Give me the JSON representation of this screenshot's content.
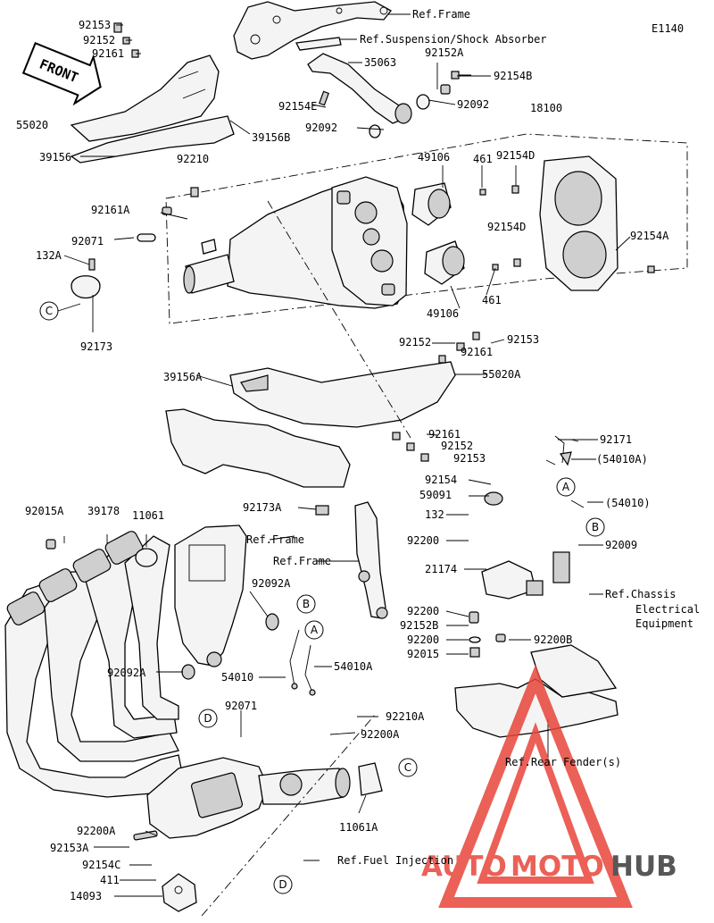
{
  "diagram_code": "E1140",
  "front_label": "FRONT",
  "watermark": {
    "prefix": "AUTO",
    "middle": "MOTO",
    "suffix": "HUB",
    "accent_color": "#e8453a",
    "suffix_color": "#3a3a3a"
  },
  "refs": {
    "frame_top": "Ref.Frame",
    "suspension": "Ref.Suspension/Shock Absorber",
    "frame_mid1": "Ref.Frame",
    "frame_mid2": "Ref.Frame",
    "chassis_l1": "Ref.Chassis",
    "chassis_l2": "Electrical",
    "chassis_l3": "Equipment",
    "rear_fender": "Ref.Rear Fender(s)",
    "fuel_injection": "Ref.Fuel Injection"
  },
  "callouts": {
    "A": "A",
    "B": "B",
    "C": "C",
    "D": "D"
  },
  "labels": {
    "p92153_a": "92153",
    "p92152_a": "92152",
    "p92161_a": "92161",
    "p55020": "55020",
    "p39156": "39156",
    "p39156B": "39156B",
    "p35063": "35063",
    "p92152A": "92152A",
    "p92154B": "92154B",
    "p92154E": "92154E",
    "p92092_a": "92092",
    "p92092_b": "92092",
    "p18100": "18100",
    "p92210": "92210",
    "p49106_a": "49106",
    "p461_a": "461",
    "p92154D_a": "92154D",
    "p92161A": "92161A",
    "p92071_a": "92071",
    "p92154D_b": "92154D",
    "p92154A": "92154A",
    "p132A": "132A",
    "p461_b": "461",
    "p49106_b": "49106",
    "p92173": "92173",
    "p92152_b": "92152",
    "p92153_b": "92153",
    "p92161_b": "92161",
    "p39156A": "39156A",
    "p55020A": "55020A",
    "p92161_c": "92161",
    "p92152_c": "92152",
    "p92153_c": "92153",
    "p92171": "92171",
    "p54010A_paren": "(54010A)",
    "p92154": "92154",
    "p59091": "59091",
    "p54010_paren": "(54010)",
    "p132": "132",
    "p92200_a": "92200",
    "p92009": "92009",
    "p21174": "21174",
    "p92200_b": "92200",
    "p92152B": "92152B",
    "p92200_c": "92200",
    "p92200B": "92200B",
    "p92015": "92015",
    "p92015A": "92015A",
    "p39178": "39178",
    "p11061": "11061",
    "p92173A": "92173A",
    "p92092A": "92092A",
    "p92092A_b": "92092A",
    "p54010": "54010",
    "p54010A": "54010A",
    "p92071_b": "92071",
    "p92210A": "92210A",
    "p92200A": "92200A",
    "p11061A": "11061A",
    "p92200A_b": "92200A",
    "p92153A": "92153A",
    "p92154C": "92154C",
    "p411": "411",
    "p14093": "14093"
  }
}
